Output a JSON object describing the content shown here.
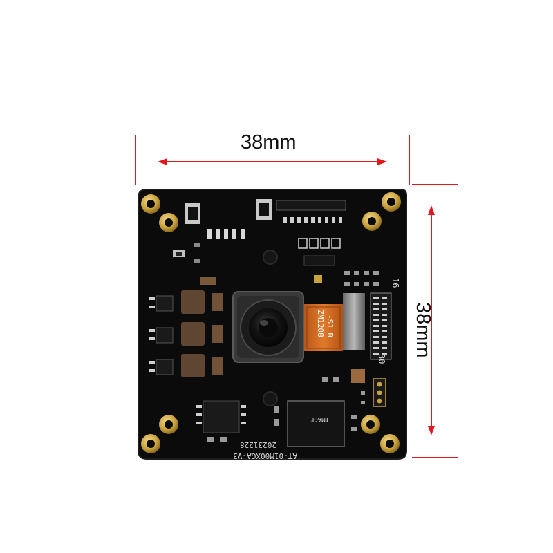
{
  "dimensions": {
    "width_label": "38mm",
    "height_label": "38mm"
  },
  "board": {
    "lens_flex_text_1": "ZM1208",
    "lens_flex_text_2": "-S1 R",
    "pin_number_16": "16",
    "pin_number_30": "30",
    "date_code": "20231228",
    "board_model": "AT-01M00XGA-V3",
    "chip_marking": "IMAGE"
  },
  "colors": {
    "measure_line": "#e0191f",
    "pcb": "#0b0b0b",
    "gold": "#c9a23c"
  }
}
